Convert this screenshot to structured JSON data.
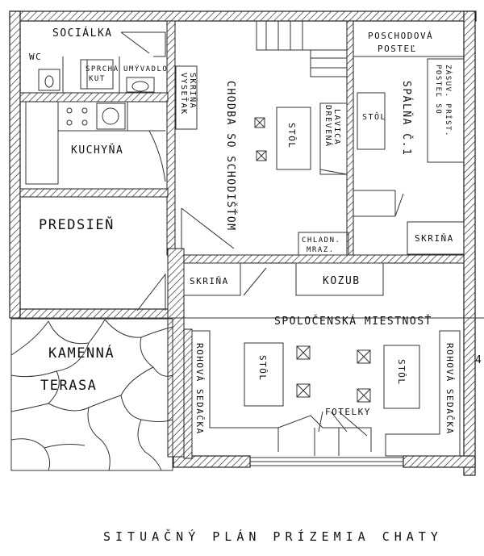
{
  "plan": {
    "title": "SITUAČNÝ PLÁN PRÍZEMIA CHATY",
    "rooms": {
      "socialka": "SOCIÁLKA",
      "wc": "WC",
      "sprcha_1": "SPRCHA",
      "sprcha_2": "KUT",
      "umyvadlo": "UMÝVADLO",
      "kuchyna": "KUCHYŇA",
      "predsien": "PREDSIEŇ",
      "terasa_1": "KAMENNÁ",
      "terasa_2": "TERASA",
      "chodba": "CHODBA SO SCHODIŠŤOM",
      "spalna": "SPÁLŇA Č.1",
      "spolocenska": "SPOLOČENSKÁ MIESTNOSŤ"
    },
    "furniture": {
      "vysetak_1": "VYSEŤAK",
      "vysetak_2": "SKRIŇA",
      "stol_chodba": "STÔL",
      "lavica_1": "DREVENÁ",
      "lavica_2": "LAVICA",
      "chladnicka_1": "CHLADN.",
      "chladnicka_2": "MRAZ.",
      "poschodova_1": "POSCHODOVÁ",
      "poschodova_2": "POSTEĽ",
      "stol_spalna": "STÔL",
      "postel_1": "POSTEĽ SO",
      "postel_2": "ZÁSUV. PRÍST.",
      "skrina_spalna": "SKRIŇA",
      "skrina_spol": "SKRIŇA",
      "kozub": "KOZUB",
      "stol_left": "STÔL",
      "stol_right": "STÔL",
      "rohova_left": "ROHOVÁ SEDAČKA",
      "rohova_right": "ROHOVÁ SEDAČKA",
      "fotelky": "FOTELKY",
      "margin_mark": "4"
    }
  }
}
